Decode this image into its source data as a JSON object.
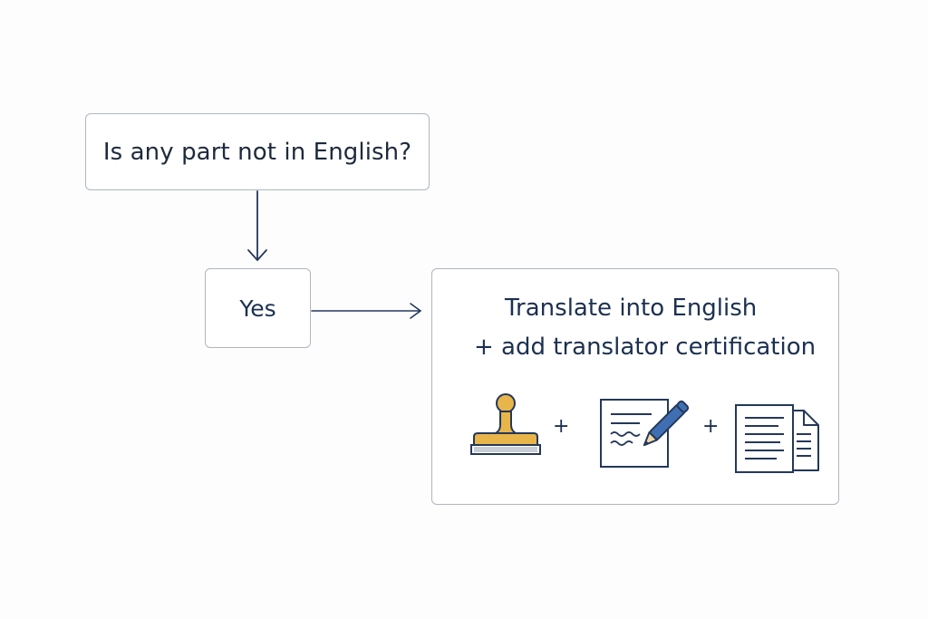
{
  "diagram": {
    "question": "Is any part not in English?",
    "answer": "Yes",
    "action": {
      "line1": "Translate into English",
      "line2": "+ add translator certification",
      "plus": "+"
    },
    "icons": [
      "stamp-icon",
      "signed-document-icon",
      "document-pages-icon"
    ],
    "colors": {
      "text": "#1c3050",
      "stroke": "#24385a",
      "border": "#aeb6c1",
      "stamp_gold": "#e8b54a",
      "pen_blue": "#3f6fb2"
    }
  }
}
